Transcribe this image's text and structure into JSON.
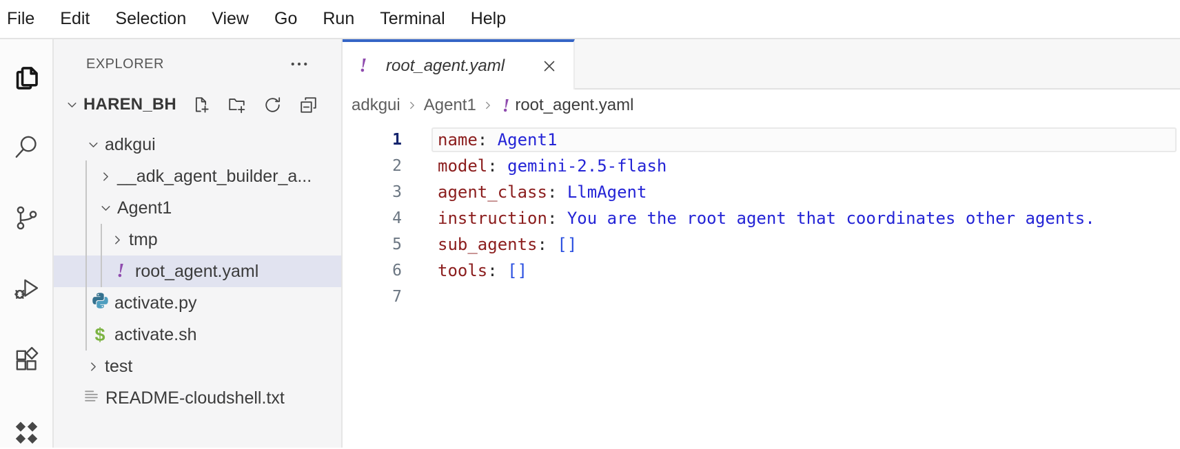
{
  "menubar": {
    "items": [
      "File",
      "Edit",
      "Selection",
      "View",
      "Go",
      "Run",
      "Terminal",
      "Help"
    ]
  },
  "activity_bar": {
    "items": [
      {
        "label": "explorer",
        "icon": "files-icon",
        "active": true
      },
      {
        "label": "search",
        "icon": "search-icon",
        "active": false
      },
      {
        "label": "source-control",
        "icon": "source-control-icon",
        "active": false
      },
      {
        "label": "run-and-debug",
        "icon": "debug-icon",
        "active": false
      },
      {
        "label": "extensions",
        "icon": "extensions-icon",
        "active": false
      },
      {
        "label": "cloud-code",
        "icon": "cloud-code-icon",
        "active": false
      }
    ]
  },
  "sidebar": {
    "title": "EXPLORER",
    "more_actions_icon": "more-icon",
    "workspace": {
      "label": "HAREN_BH",
      "expanded": true,
      "actions": [
        {
          "label": "new-file",
          "icon": "new-file-icon"
        },
        {
          "label": "new-folder",
          "icon": "new-folder-icon"
        },
        {
          "label": "refresh",
          "icon": "refresh-icon"
        },
        {
          "label": "collapse-all",
          "icon": "collapse-all-icon"
        }
      ]
    },
    "tree": [
      {
        "label": "adkgui",
        "type": "folder",
        "level": 1,
        "expanded": true,
        "selected": false
      },
      {
        "label": "__adk_agent_builder_a...",
        "type": "folder",
        "level": 2,
        "expanded": false,
        "selected": false
      },
      {
        "label": "Agent1",
        "type": "folder",
        "level": 2,
        "expanded": true,
        "selected": false
      },
      {
        "label": "tmp",
        "type": "folder",
        "level": 3,
        "expanded": false,
        "selected": false
      },
      {
        "label": "root_agent.yaml",
        "type": "file",
        "icon": "yaml-icon",
        "level": 3,
        "selected": true
      },
      {
        "label": "activate.py",
        "type": "file",
        "icon": "python-icon",
        "level": 2,
        "selected": false
      },
      {
        "label": "activate.sh",
        "type": "file",
        "icon": "shell-icon",
        "level": 2,
        "selected": false
      },
      {
        "label": "test",
        "type": "folder",
        "level": 1,
        "expanded": false,
        "selected": false
      },
      {
        "label": "README-cloudshell.txt",
        "type": "file",
        "icon": "text-icon",
        "level": 1,
        "selected": false
      }
    ]
  },
  "editor": {
    "tab": {
      "title": "root_agent.yaml",
      "icon": "yaml-icon",
      "preview": true,
      "close_icon": "close-icon"
    },
    "breadcrumbs": [
      {
        "label": "adkgui"
      },
      {
        "label": "Agent1"
      },
      {
        "label": "root_agent.yaml",
        "icon": "yaml-icon"
      }
    ],
    "code": {
      "language": "yaml",
      "active_line": 1,
      "lines": [
        {
          "n": "1",
          "tokens": [
            [
              "key",
              "name"
            ],
            [
              "punct",
              ": "
            ],
            [
              "value",
              "Agent1"
            ]
          ]
        },
        {
          "n": "2",
          "tokens": [
            [
              "key",
              "model"
            ],
            [
              "punct",
              ": "
            ],
            [
              "value",
              "gemini-2.5-flash"
            ]
          ]
        },
        {
          "n": "3",
          "tokens": [
            [
              "key",
              "agent_class"
            ],
            [
              "punct",
              ": "
            ],
            [
              "value",
              "LlmAgent"
            ]
          ]
        },
        {
          "n": "4",
          "tokens": [
            [
              "key",
              "instruction"
            ],
            [
              "punct",
              ": "
            ],
            [
              "value",
              "You are the root agent that coordinates other agents."
            ]
          ]
        },
        {
          "n": "5",
          "tokens": [
            [
              "key",
              "sub_agents"
            ],
            [
              "punct",
              ": "
            ],
            [
              "bracket",
              "[]"
            ]
          ]
        },
        {
          "n": "6",
          "tokens": [
            [
              "key",
              "tools"
            ],
            [
              "punct",
              ": "
            ],
            [
              "bracket",
              "[]"
            ]
          ]
        },
        {
          "n": "7",
          "tokens": []
        }
      ]
    }
  },
  "colors": {
    "accent_tab_border": "#3565c6",
    "selection_bg": "#e1e3f0",
    "yaml_purple": "#8f4bae",
    "yaml_key": "#8b1d1d",
    "yaml_value": "#2424d6",
    "bracket": "#2a4fe0",
    "shell_green": "#7cb342",
    "python_dark": "#35718e",
    "python_light": "#4f9ebf"
  }
}
